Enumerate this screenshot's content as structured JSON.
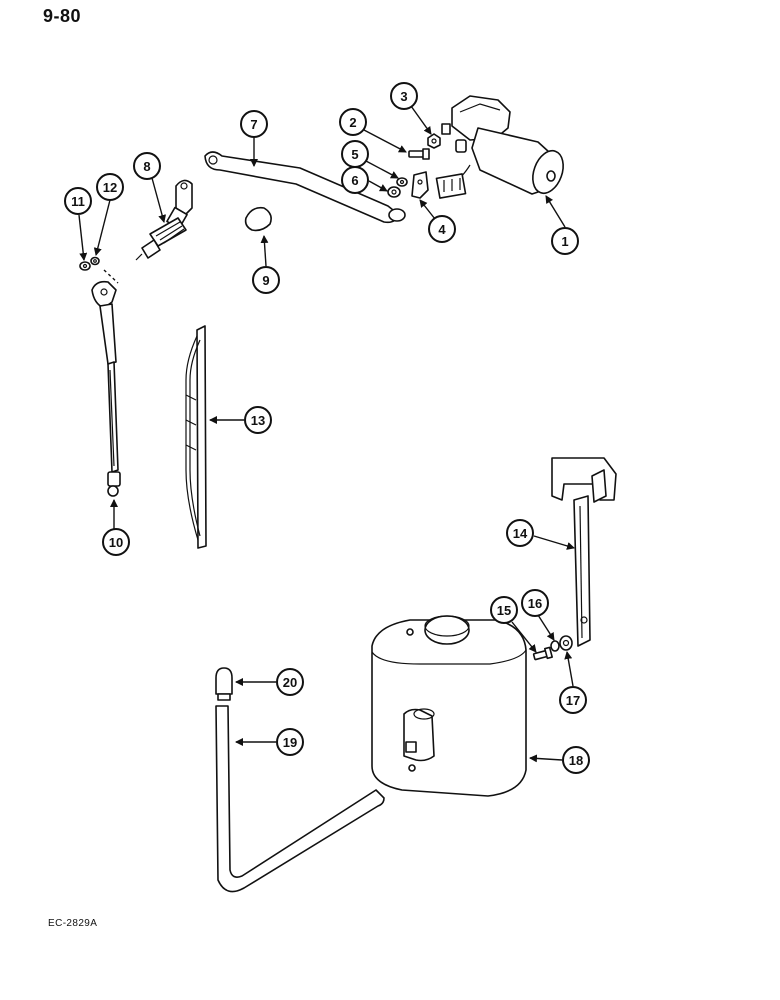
{
  "page_number": "9-80",
  "drawing_code": "EC-2829A",
  "callouts": [
    "1",
    "2",
    "3",
    "4",
    "5",
    "6",
    "7",
    "8",
    "9",
    "10",
    "11",
    "12",
    "13",
    "14",
    "15",
    "16",
    "17",
    "18",
    "19",
    "20"
  ]
}
